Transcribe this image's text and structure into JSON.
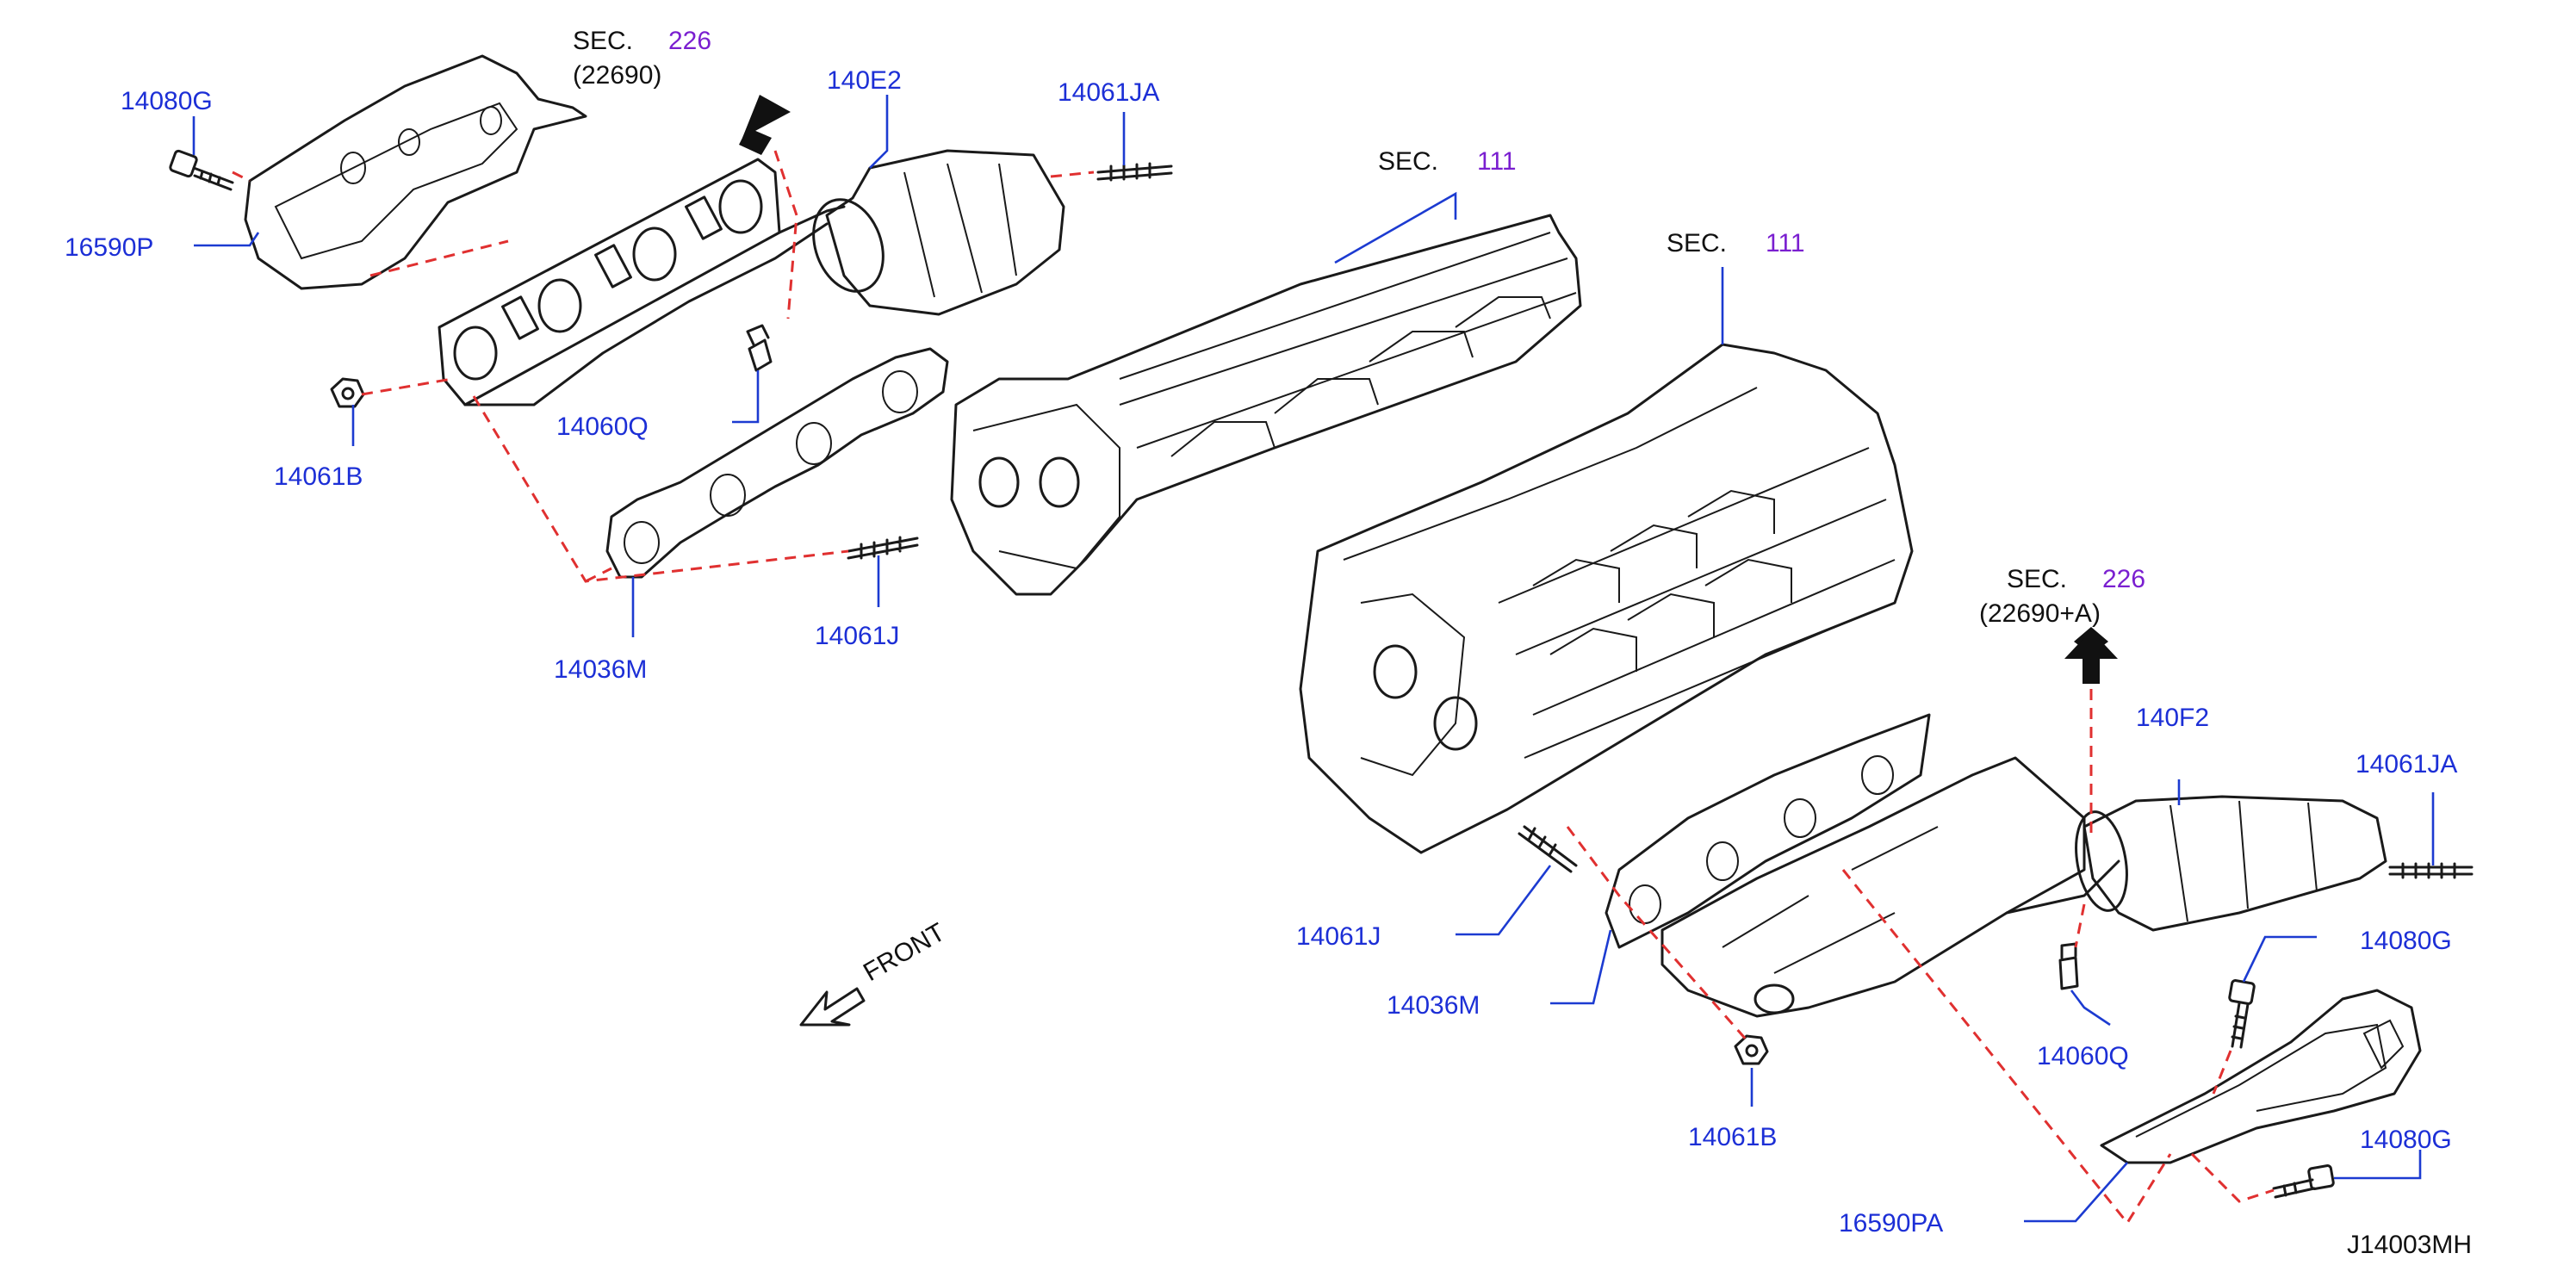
{
  "diagram": {
    "code": "J14003MH",
    "colors": {
      "part_label": "#1c2fd6",
      "section_number": "#7a1fd0",
      "dashed_line": "#e03030",
      "drawing": "#1a1a1a"
    },
    "sections": [
      {
        "id": "sec-226-left",
        "prefix": "SEC.",
        "number": "226",
        "sub": "(22690)"
      },
      {
        "id": "sec-111-a",
        "prefix": "SEC.",
        "number": "111"
      },
      {
        "id": "sec-111-b",
        "prefix": "SEC.",
        "number": "111"
      },
      {
        "id": "sec-226-right",
        "prefix": "SEC.",
        "number": "226",
        "sub": "(22690+A)"
      }
    ],
    "front_label": "FRONT",
    "parts": {
      "p14080G_a": "14080G",
      "p16590P": "16590P",
      "p140E2": "140E2",
      "p14061JA_a": "14061JA",
      "p14060Q_a": "14060Q",
      "p14061B_a": "14061B",
      "p14036M_a": "14036M",
      "p14061J_a": "14061J",
      "p140F2": "140F2",
      "p14061JA_b": "14061JA",
      "p14061J_b": "14061J",
      "p14080G_b": "14080G",
      "p14036M_b": "14036M",
      "p14060Q_b": "14060Q",
      "p14080G_c": "14080G",
      "p14061B_b": "14061B",
      "p16590PA": "16590PA"
    }
  }
}
